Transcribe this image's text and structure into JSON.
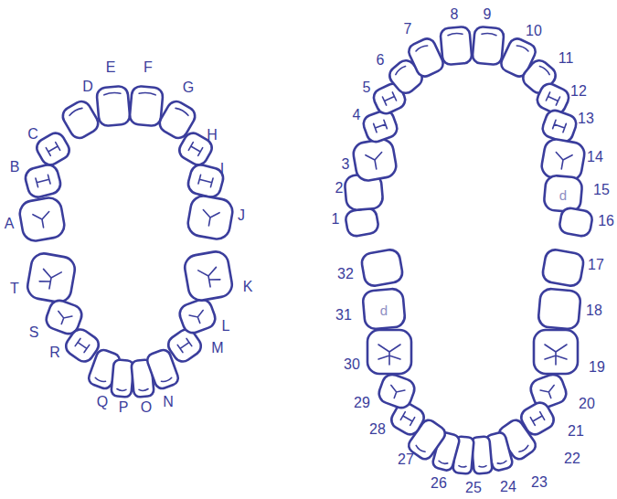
{
  "diagram": {
    "labels": [
      "A",
      "B",
      "C",
      "D",
      "E",
      "F",
      "G",
      "H",
      "I",
      "J",
      "K",
      "L",
      "M",
      "N",
      "O",
      "P",
      "Q",
      "R",
      "S",
      "T",
      "1",
      "2",
      "3",
      "4",
      "5",
      "6",
      "7",
      "8",
      "9",
      "10",
      "11",
      "12",
      "13",
      "14",
      "15",
      "16",
      "17",
      "18",
      "19",
      "20",
      "21",
      "22",
      "23",
      "24",
      "25",
      "26",
      "27",
      "28",
      "29",
      "30",
      "31",
      "32",
      "d",
      "d"
    ]
  }
}
